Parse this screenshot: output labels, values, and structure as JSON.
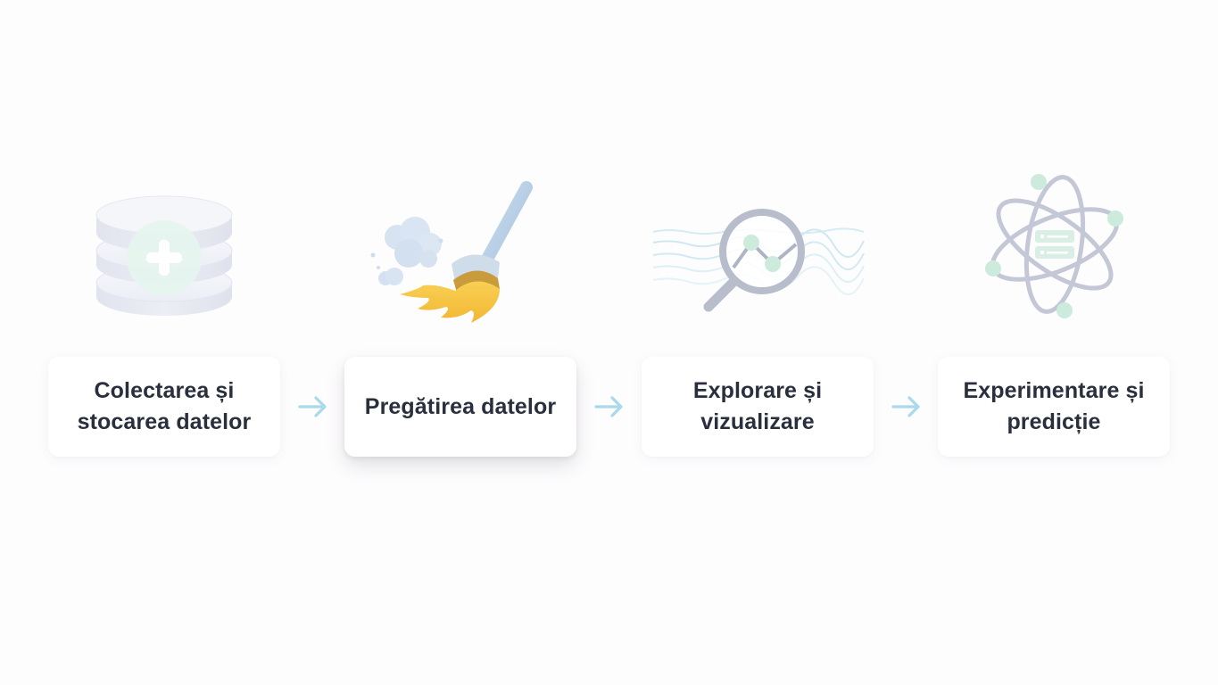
{
  "accent_color": "#a9d9ea",
  "steps": [
    {
      "label": "Colectarea și\nstocarea datelor",
      "icon": "database-plus-icon",
      "active": false
    },
    {
      "label": "Pregătirea datelor",
      "icon": "broom-icon",
      "active": true
    },
    {
      "label": "Explorare și\nvizualizare",
      "icon": "magnifier-chart-icon",
      "active": false
    },
    {
      "label": "Experimentare și\npredicție",
      "icon": "atom-server-icon",
      "active": false
    }
  ],
  "arrows": [
    {
      "icon": "arrow-right-icon"
    },
    {
      "icon": "arrow-right-icon"
    },
    {
      "icon": "arrow-right-icon"
    }
  ]
}
